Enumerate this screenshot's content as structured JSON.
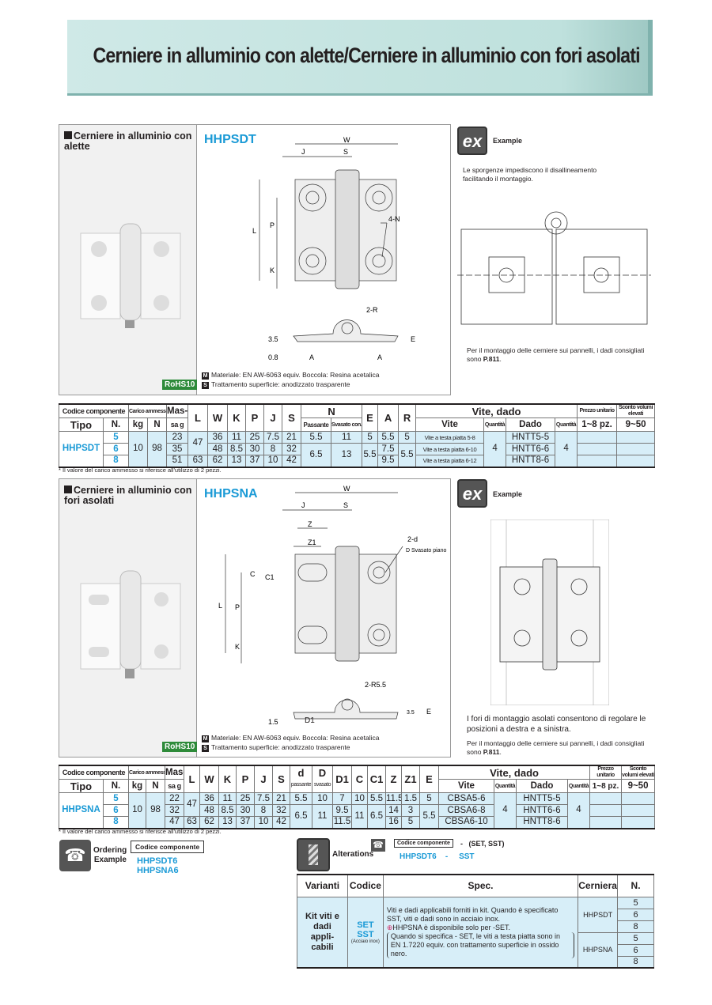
{
  "title": "Cerniere in alluminio con alette/Cerniere in alluminio con fori asolati",
  "sec1": {
    "name": "Cerniere in alluminio con alette",
    "code": "HHPSDT",
    "rohs": "RoHS10",
    "material": "Materiale: EN AW-6063 equiv.  Boccola: Resina acetalica",
    "surface": "Trattamento superficie: anodizzato trasparente",
    "dims": {
      "W": "W",
      "J": "J",
      "S": "S",
      "L": "L",
      "P": "P",
      "K": "K",
      "N": "4-N",
      "R": "2-R",
      "t1": "3.5",
      "t2": "0.8",
      "A": "A",
      "E": "E"
    },
    "example": {
      "label": "Example",
      "badge": "ex",
      "caption": "Le sporgenze impediscono il disallineamento facilitando il montaggio.",
      "note": "Per il montaggio delle cerniere sui pannelli, i dadi consigliati sono ",
      "page": "P.811",
      "note_end": "."
    }
  },
  "t1": {
    "h": {
      "codice": "Codice componente",
      "carico": "Carico ammesso",
      "massa": "Mas-",
      "massa2": "sa g",
      "tipo": "Tipo",
      "n": "N.",
      "kg": "kg",
      "N": "N",
      "L": "L",
      "W": "W",
      "K": "K",
      "P": "P",
      "J": "J",
      "S": "S",
      "Nh": "N",
      "pass": "Passante",
      "svas": "Svasato con.",
      "E": "E",
      "A": "A",
      "R": "R",
      "vd": "Vite, dado",
      "vite": "Vite",
      "qty": "Quantità",
      "dado": "Dado",
      "prezzo": "Prezzo unitario",
      "sconto": "Sconto volumi elevati",
      "p1": "1~8 pz.",
      "p2": "9~50"
    },
    "tipo": "HHPSDT",
    "kg": "10",
    "N": "98",
    "L1": "47",
    "L2": "63",
    "pass1": "5.5",
    "pass2": "6.5",
    "sv1": "11",
    "sv2": "13",
    "E1": "5",
    "E2": "5.5",
    "R1": "5",
    "R2": "5.5",
    "q1": "4",
    "q2": "4",
    "rows": [
      {
        "n": "5",
        "mass": "23",
        "W": "36",
        "K": "11",
        "P": "25",
        "J": "7.5",
        "S": "21",
        "A": "5.5",
        "vite": "Vite a testa piatta 5-8",
        "dado": "HNTT5-5"
      },
      {
        "n": "6",
        "mass": "35",
        "W": "48",
        "K": "8.5",
        "P": "30",
        "J": "8",
        "S": "32",
        "A": "7.5",
        "vite": "Vite a testa piatta 6-10",
        "dado": "HNTT6-6"
      },
      {
        "n": "8",
        "mass": "51",
        "W": "62",
        "K": "13",
        "P": "37",
        "J": "10",
        "S": "42",
        "A": "9.5",
        "vite": "Vite a testa piatta 6-12",
        "dado": "HNTT8-6"
      }
    ],
    "footnote": "* Il valore del carico ammesso si riferisce all'utilizzo di 2 pezzi."
  },
  "sec2": {
    "name": "Cerniere in alluminio con fori asolati",
    "code": "HHPSNA",
    "rohs": "RoHS10",
    "material": "Materiale: EN AW-6063 equiv.  Boccola: Resina acetalica",
    "surface": "Trattamento superficie: anodizzato trasparente",
    "dims": {
      "W": "W",
      "J": "J",
      "S": "S",
      "Z": "Z",
      "Z1": "Z1",
      "C": "C",
      "C1": "C1",
      "L": "L",
      "P": "P",
      "K": "K",
      "d": "2-d",
      "dsv": "D Svasato piano",
      "R": "2-R5.5",
      "t1": "1.5",
      "t2": "3.5",
      "D1": "D1",
      "E": "E"
    },
    "example": {
      "label": "Example",
      "badge": "ex",
      "caption": "I fori di montaggio asolati consentono di regolare le posizioni a destra e a sinistra.",
      "note": "Per il montaggio delle cerniere sui pannelli, i dadi consigliati sono ",
      "page": "P.811",
      "note_end": "."
    }
  },
  "t2": {
    "h": {
      "codice": "Codice componente",
      "carico": "Carico ammesso",
      "massa": "Mas-",
      "massa2": "sa g",
      "tipo": "Tipo",
      "n": "N.",
      "kg": "kg",
      "N": "N",
      "L": "L",
      "W": "W",
      "K": "K",
      "P": "P",
      "J": "J",
      "S": "S",
      "d": "d",
      "dsub": "passante",
      "D": "D",
      "Dsub": "svasato",
      "D1": "D1",
      "C": "C",
      "C1": "C1",
      "Z": "Z",
      "Z1": "Z1",
      "E": "E",
      "vd": "Vite, dado",
      "vite": "Vite",
      "qty": "Quantità",
      "dado": "Dado",
      "prezzo": "Prezzo unitario",
      "sconto": "Sconto volumi elevati",
      "p1": "1~8 pz.",
      "p2": "9~50"
    },
    "tipo": "HHPSNA",
    "kg": "10",
    "N": "98",
    "L1": "47",
    "L2": "63",
    "d1": "5.5",
    "d2": "6.5",
    "D_1": "10",
    "D_2": "11",
    "C_1": "10",
    "C_2": "11",
    "C1_1": "5.5",
    "C1_2": "6.5",
    "E1": "5",
    "E2": "5.5",
    "q1": "4",
    "q2": "4",
    "rows": [
      {
        "n": "5",
        "mass": "22",
        "W": "36",
        "K": "11",
        "P": "25",
        "J": "7.5",
        "S": "21",
        "D1": "7",
        "Z": "11.5",
        "Z1": "1.5",
        "vite": "CBSA5-6",
        "dado": "HNTT5-5"
      },
      {
        "n": "6",
        "mass": "32",
        "W": "48",
        "K": "8.5",
        "P": "30",
        "J": "8",
        "S": "32",
        "D1": "9.5",
        "Z": "14",
        "Z1": "3",
        "vite": "CBSA6-8",
        "dado": "HNTT6-6"
      },
      {
        "n": "8",
        "mass": "47",
        "W": "62",
        "K": "13",
        "P": "37",
        "J": "10",
        "S": "42",
        "D1": "11.5",
        "Z": "16",
        "Z1": "5",
        "vite": "CBSA6-10",
        "dado": "HNTT8-6"
      }
    ],
    "footnote": "* Il valore del carico ammesso si riferisce all'utilizzo di 2 pezzi."
  },
  "ordering": {
    "label1": "Ordering",
    "label2": "Example",
    "box": "Codice componente",
    "codes": [
      "HHPSDT6",
      "HHPSNA6"
    ]
  },
  "alterations": {
    "label": "Alterations",
    "box": "Codice componente",
    "dash": "-",
    "opts": "(SET, SST)",
    "ex_code": "HHPSDT6",
    "ex_opt": "SST",
    "head": [
      "Varianti",
      "Codice",
      "Spec.",
      "Cerniera",
      "N."
    ],
    "variant": "Kit viti e dadi appli-cabili",
    "codes": [
      "SET",
      "SST"
    ],
    "code_note": "(Acciaio inox)",
    "spec1": "Viti e dadi applicabili forniti in kit. Quando è specificato SST, viti e dadi sono in acciaio inox.",
    "spec2": "HHPSNA è disponibile solo per -SET.",
    "spec3": "Quando si specifica - SET, le viti a testa piatta sono in EN 1.7220 equiv. con trattamento superficie in ossido nero.",
    "hinges": [
      "HHPSDT",
      "HHPSNA"
    ],
    "n": [
      "5",
      "6",
      "8",
      "5",
      "6",
      "8"
    ]
  }
}
